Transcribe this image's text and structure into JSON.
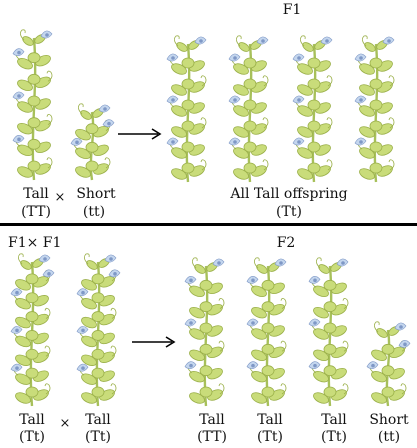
{
  "top": {
    "f1_heading": "F1",
    "parent_left_label": "Tall",
    "parent_left_genotype": "(TT)",
    "cross_symbol": "×",
    "parent_right_label": "Short",
    "parent_right_genotype": "(tt)",
    "offspring_label": "All Tall offspring",
    "offspring_genotype": "(Tt)"
  },
  "bottom": {
    "cross_heading": "F1× F1",
    "f2_heading": "F2",
    "parent_left_label": "Tall",
    "parent_left_genotype": "(Tt)",
    "cross_symbol": "×",
    "parent_right_label": "Tall",
    "parent_right_genotype": "(Tt)",
    "offspring": [
      {
        "label": "Tall",
        "genotype": "(TT)"
      },
      {
        "label": "Tall",
        "genotype": "(Tt)"
      },
      {
        "label": "Tall",
        "genotype": "(Tt)"
      },
      {
        "label": "Short",
        "genotype": "(tt)"
      }
    ]
  },
  "colors": {
    "leaf": "#c9dc7a",
    "leaf_dark": "#9bb04a",
    "stem": "#a7c05a",
    "flower": "#c4d6ee",
    "flower_center": "#7f98c6",
    "rule": "#000000",
    "arrow": "#000000"
  }
}
